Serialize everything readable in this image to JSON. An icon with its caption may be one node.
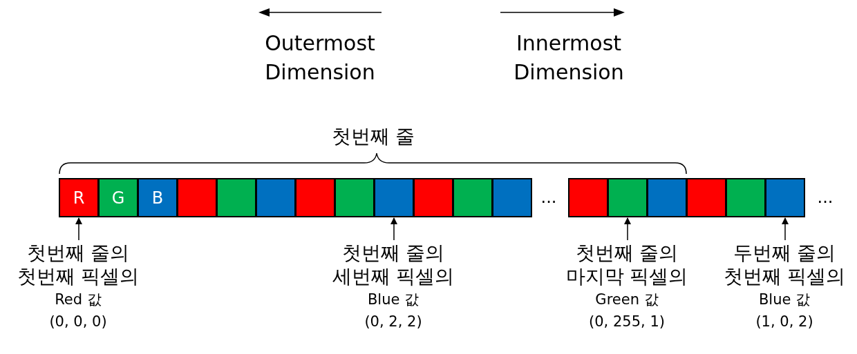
{
  "diagram": {
    "nodes": [
      {
        "text": [
          "R"
        ]
      },
      {
        "text": [
          "G"
        ]
      },
      {
        "text": [
          "B"
        ]
      },
      {
        "text": [],
        "shape": "box"
      },
      {
        "text": [],
        "shape": "box"
      },
      {
        "text": [],
        "shape": "box"
      },
      {
        "text": [],
        "shape": "box"
      },
      {
        "text": [],
        "shape": "box"
      },
      {
        "text": [],
        "shape": "box"
      },
      {
        "text": [],
        "shape": "box"
      },
      {
        "text": [],
        "shape": "box"
      },
      {
        "text": [],
        "shape": "box"
      },
      {
        "text": [],
        "shape": "box"
      },
      {
        "text": [],
        "shape": "box"
      },
      {
        "text": [],
        "shape": "box"
      },
      {
        "text": [],
        "shape": "box"
      },
      {
        "text": [],
        "shape": "box"
      },
      {
        "text": [],
        "shape": "box"
      },
      {
        "text": [
          "첫번째 줄의 첫번째 픽셀의",
          "Red 값",
          "(0, 0, 0)"
        ]
      },
      {
        "text": [
          "첫번째 줄의 세번째 픽셀의",
          "Blue 값",
          "(0, 2, 2)"
        ]
      },
      {
        "text": [
          "첫번째 줄의 마지막 픽셀의",
          "Green 값",
          "(0, 255, 1)"
        ]
      },
      {
        "text": [
          "두번째 줄의 첫번째 픽셀의",
          "Blue 값",
          "(1, 0, 2)"
        ]
      }
    ],
    "edges": [
      {
        "from": 18,
        "to": 0,
        "arrow": "to"
      },
      {
        "from": 19,
        "to": 8,
        "arrow": "to"
      },
      {
        "from": 20,
        "to": 13,
        "arrow": "to"
      },
      {
        "from": 21,
        "to": 17,
        "arrow": "to"
      }
    ],
    "labels": [
      "Outermost Dimension",
      "Innermost Dimension",
      "첫번째 줄",
      "...",
      "..."
    ]
  }
}
